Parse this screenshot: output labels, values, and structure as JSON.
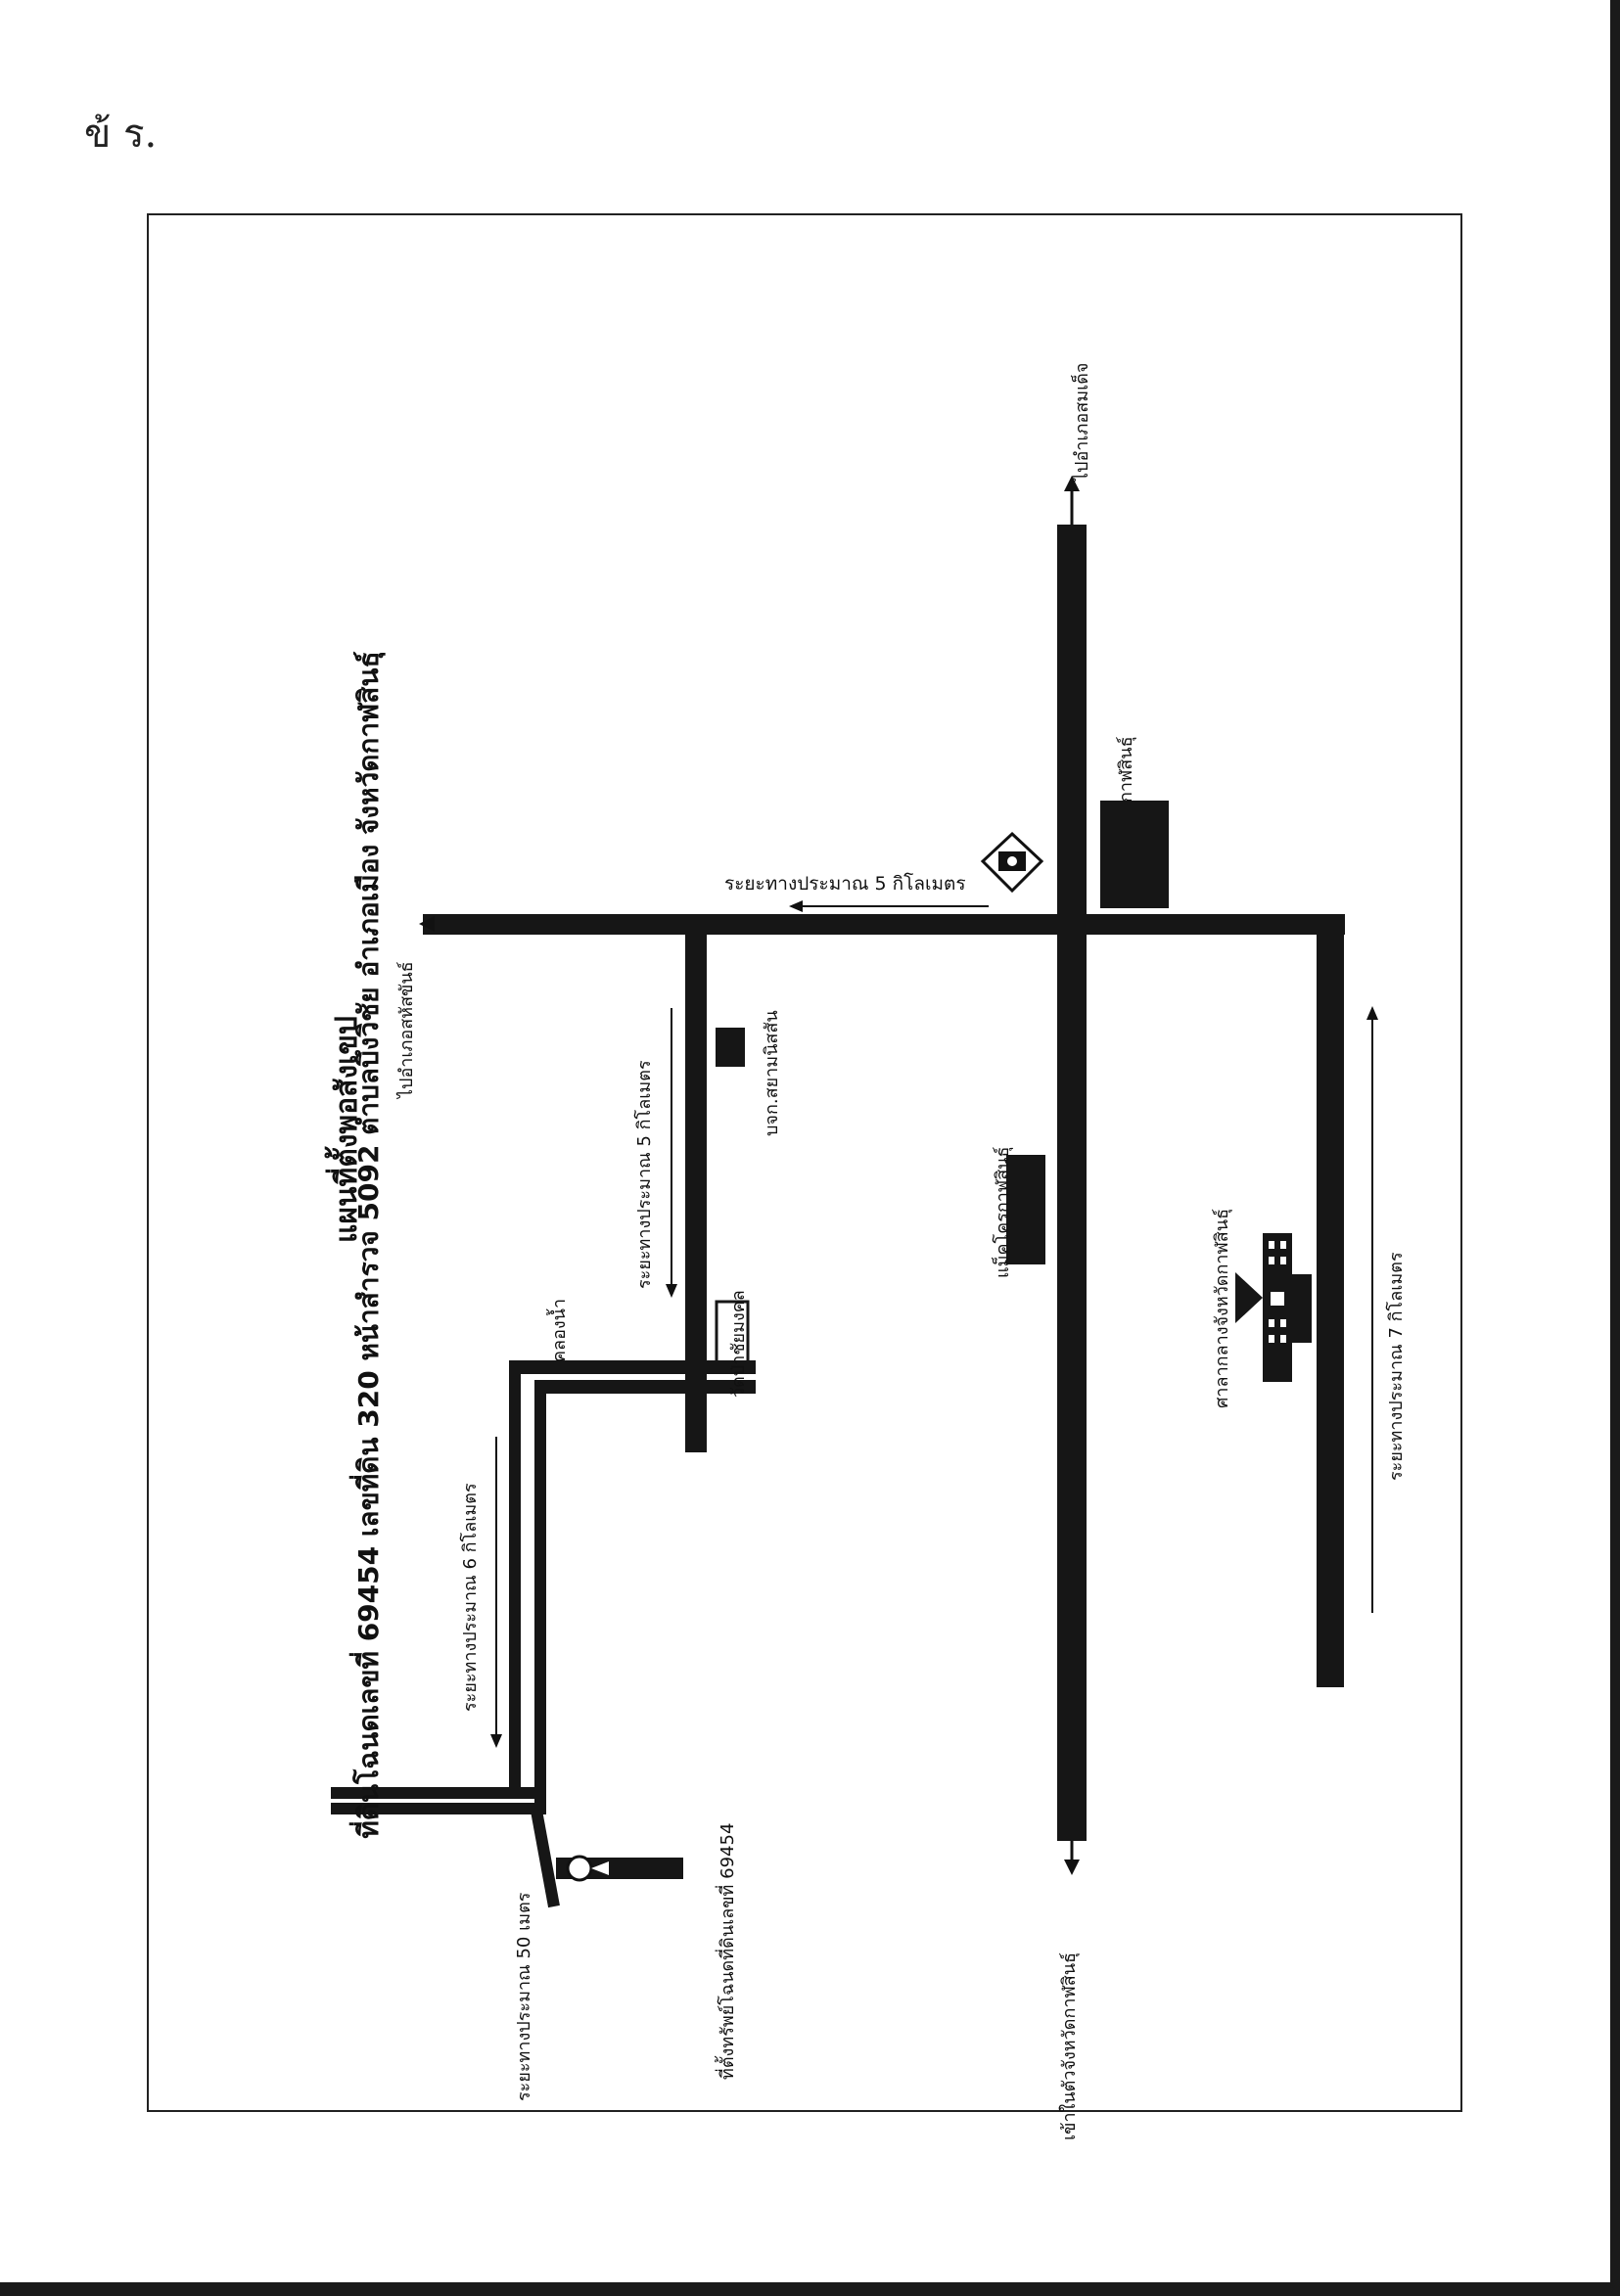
{
  "title": {
    "line1": "แผนที่ตั้งพอสังเขป",
    "line2": "ที่ดินโฉนดเลขที่  69454  เลขที่ดิน  320  หน้าสำรวจ  5092  ตำบลบึงวิชัย  อำเภอเมือง  จังหวัดกาฬสินธุ์"
  },
  "handwritten_mark": "ข้ ร.",
  "labels": {
    "to_somdet": "ไปอำเภอสมเด็จ",
    "to_sahatsakhan": "ไปอำเภอสหัสขันธ์",
    "into_city": "เข้าในตัวจังหวัดกาฬสินธุ์",
    "dist_5km_north": "ระยะทางประมาณ 5 กิโลเมตร",
    "dist_5km_mid": "ระยะทางประมาณ 5 กิโลเมตร",
    "dist_6km": "ระยะทางประมาณ 6 กิโลเมตร",
    "dist_50m": "ระยะทางประมาณ 50 เมตร",
    "dist_7km": "ระยะทางประมาณ 7 กิโลเมตร",
    "canal": "คลองน้ำ",
    "temple": "วัดป่าชัยมงคล",
    "police": "บจก.สยามนิสสัน",
    "hospital": "แม็คโครกาฬสินธุ์",
    "kalasin_store": "กาฬสินธุ์",
    "court": "ศาลากลางจังหวัดกาฬสินธุ์",
    "site": "ที่ตั้งทรัพย์โฉนดที่ดินเลขที่ 69454"
  },
  "colors": {
    "road": "#161616",
    "ink": "#111111"
  },
  "icons": [
    "traffic-light-icon",
    "location-pin-icon",
    "government-building-icon"
  ]
}
